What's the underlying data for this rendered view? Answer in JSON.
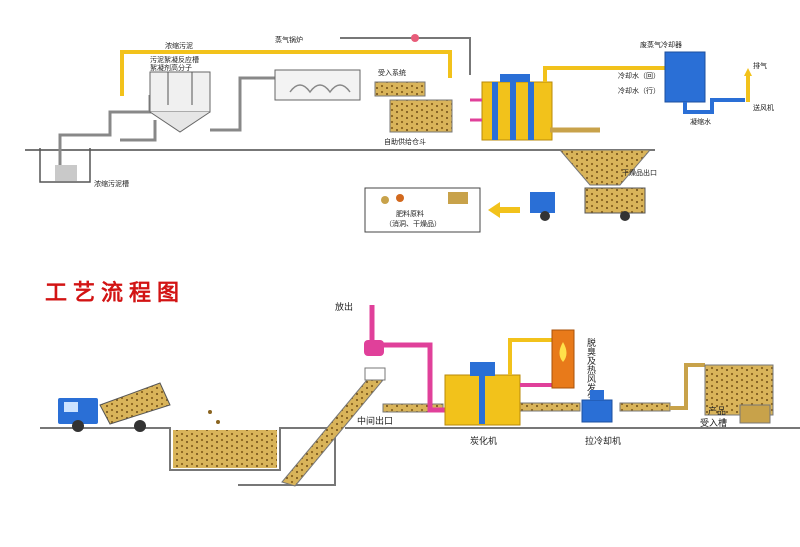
{
  "title": "工艺流程图",
  "top_diagram": {
    "labels": {
      "concentrated_sludge": "浓缩污泥",
      "sludge_flocculation_tank": "污泥絮凝反应槽",
      "flocculant": "絮凝剂高分子",
      "steam_boiler": "蒸气锅炉",
      "receiving_system": "受入系统",
      "self_feed_bin": "自助供给仓斗",
      "exhaust_condenser": "废蒸气冷却器",
      "cooling_water_return": "冷却水（回）",
      "cooling_water_supply": "冷却水（行）",
      "condensate": "凝缩水",
      "exhaust": "排气",
      "blower": "送风机",
      "dry_product_outlet": "干燥品出口",
      "sludge_thickening_tank": "浓缩污泥槽",
      "fertilizer_line1": "肥料原料",
      "fertilizer_line2": "（消洞、干燥品）"
    }
  },
  "bottom_diagram": {
    "labels": {
      "vent": "放出",
      "hot_air_generator": "脱臭及热风发生炉",
      "intermediate_outlet": "中间出口",
      "carbonizer": "炭化机",
      "cooler": "拉冷却机",
      "product_receiving_tank_line1": "产品",
      "product_receiving_tank_line2": "受入槽"
    }
  },
  "colors": {
    "pipe_yellow": "#f2c21b",
    "pipe_magenta": "#e0409a",
    "pipe_blue": "#2a6fd6",
    "material": "#c8a24a",
    "title_red": "#d21414"
  }
}
